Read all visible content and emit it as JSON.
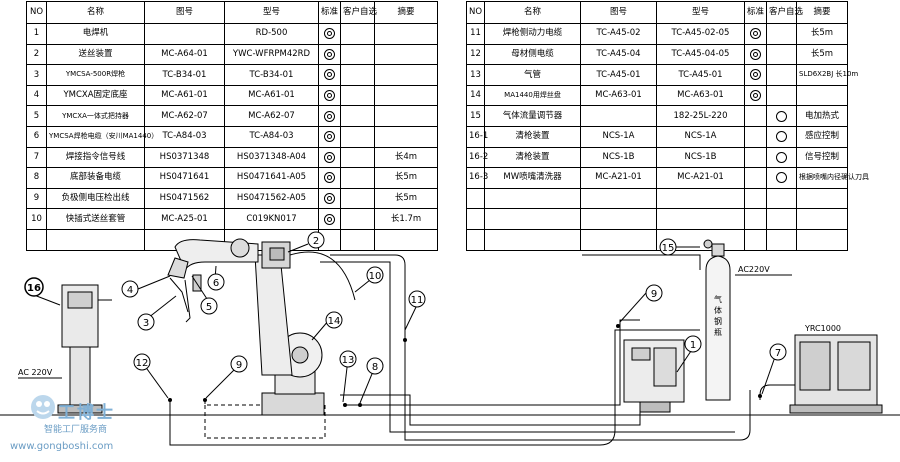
{
  "left_table": {
    "headers": [
      "NO",
      "名称",
      "图号",
      "型号",
      "标准",
      "客户自选",
      "摘要"
    ],
    "rows": [
      {
        "no": "1",
        "name": "电焊机",
        "drawing": "",
        "model": "RD-500",
        "standard": "dbl",
        "custom": "",
        "note": ""
      },
      {
        "no": "2",
        "name": "送丝装置",
        "drawing": "MC-A64-01",
        "model": "YWC-WFRPM42RD",
        "standard": "dbl",
        "custom": "",
        "note": ""
      },
      {
        "no": "3",
        "name": "YMCSA-500R焊枪",
        "drawing": "TC-B34-01",
        "model": "TC-B34-01",
        "standard": "dbl",
        "custom": "",
        "note": ""
      },
      {
        "no": "4",
        "name": "YMCXA固定底座",
        "drawing": "MC-A61-01",
        "model": "MC-A61-01",
        "standard": "dbl",
        "custom": "",
        "note": ""
      },
      {
        "no": "5",
        "name": "YMCXA一体式把持器",
        "drawing": "MC-A62-07",
        "model": "MC-A62-07",
        "standard": "dbl",
        "custom": "",
        "note": ""
      },
      {
        "no": "6",
        "name": "YMCSA焊枪电缆（安川MA1440）",
        "drawing": "TC-A84-03",
        "model": "TC-A84-03",
        "standard": "dbl",
        "custom": "",
        "note": ""
      },
      {
        "no": "7",
        "name": "焊接指令信号线",
        "drawing": "HS0371348",
        "model": "HS0371348-A04",
        "standard": "dbl",
        "custom": "",
        "note": "长4m"
      },
      {
        "no": "8",
        "name": "底部装备电缆",
        "drawing": "HS0471641",
        "model": "HS0471641-A05",
        "standard": "dbl",
        "custom": "",
        "note": "长5m"
      },
      {
        "no": "9",
        "name": "负极侧电压检出线",
        "drawing": "HS0471562",
        "model": "HS0471562-A05",
        "standard": "dbl",
        "custom": "",
        "note": "长5m"
      },
      {
        "no": "10",
        "name": "快插式送丝套管",
        "drawing": "MC-A25-01",
        "model": "C019KN017",
        "standard": "dbl",
        "custom": "",
        "note": "长1.7m"
      },
      {
        "no": "",
        "name": "",
        "drawing": "",
        "model": "",
        "standard": "",
        "custom": "",
        "note": ""
      }
    ]
  },
  "right_table": {
    "headers": [
      "NO",
      "名称",
      "图号",
      "型号",
      "标准",
      "客户自选",
      "摘要"
    ],
    "rows": [
      {
        "no": "11",
        "name": "焊枪侧动力电缆",
        "drawing": "TC-A45-02",
        "model": "TC-A45-02-05",
        "standard": "dbl",
        "custom": "",
        "note": "长5m"
      },
      {
        "no": "12",
        "name": "母材侧电缆",
        "drawing": "TC-A45-04",
        "model": "TC-A45-04-05",
        "standard": "dbl",
        "custom": "",
        "note": "长5m"
      },
      {
        "no": "13",
        "name": "气管",
        "drawing": "TC-A45-01",
        "model": "TC-A45-01",
        "standard": "dbl",
        "custom": "",
        "note": "SLD6X2BJ 长10m"
      },
      {
        "no": "14",
        "name": "MA1440用焊丝盘",
        "drawing": "MC-A63-01",
        "model": "MC-A63-01",
        "standard": "dbl",
        "custom": "",
        "note": ""
      },
      {
        "no": "15",
        "name": "气体流量调节器",
        "drawing": "",
        "model": "182-25L-220",
        "standard": "",
        "custom": "single",
        "note": "电加热式"
      },
      {
        "no": "16-1",
        "name": "清枪装置",
        "drawing": "NCS-1A",
        "model": "NCS-1A",
        "standard": "",
        "custom": "single",
        "note": "感应控制"
      },
      {
        "no": "16-2",
        "name": "清枪装置",
        "drawing": "NCS-1B",
        "model": "NCS-1B",
        "standard": "",
        "custom": "single",
        "note": "信号控制"
      },
      {
        "no": "16-3",
        "name": "MW喷嘴清洗器",
        "drawing": "MC-A21-01",
        "model": "MC-A21-01",
        "standard": "",
        "custom": "single",
        "note": "根据喷嘴内径确认刀具"
      },
      {
        "no": "",
        "name": "",
        "drawing": "",
        "model": "",
        "standard": "",
        "custom": "",
        "note": ""
      },
      {
        "no": "",
        "name": "",
        "drawing": "",
        "model": "",
        "standard": "",
        "custom": "",
        "note": ""
      },
      {
        "no": "",
        "name": "",
        "drawing": "",
        "model": "",
        "standard": "",
        "custom": "",
        "note": ""
      }
    ]
  },
  "diagram": {
    "callouts": [
      "1",
      "2",
      "3",
      "4",
      "5",
      "6",
      "7",
      "8",
      "9",
      "9",
      "10",
      "11",
      "12",
      "13",
      "14",
      "15",
      "16"
    ],
    "labels": {
      "ac_left": "AC 220V",
      "ac_right": "AC220V",
      "cylinder": "气体钢瓶",
      "controller": "YRC1000"
    }
  },
  "watermark": {
    "title": "工博士",
    "subtitle": "智能工厂服务商",
    "url": "www.gongboshi.com"
  }
}
